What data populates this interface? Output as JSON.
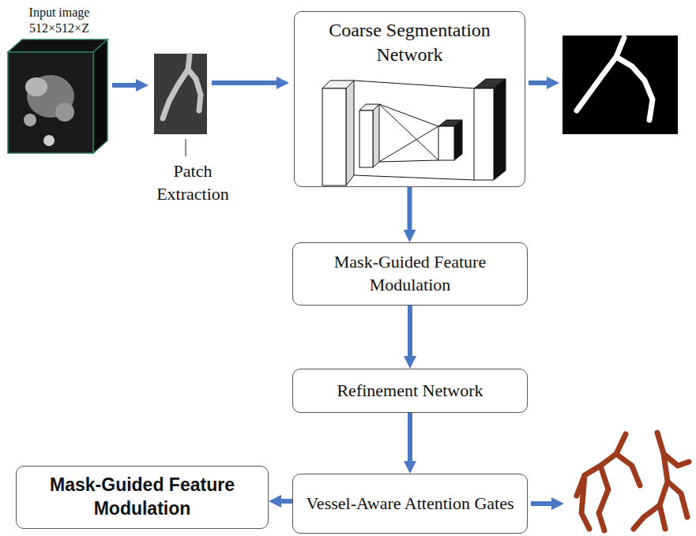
{
  "diagram": {
    "nodes": [
      {
        "text": [
          "Coarse Segmentation Network"
        ]
      },
      {
        "text": [
          "Mask-Guided Feature Modulation"
        ]
      },
      {
        "text": [
          "Refinement Network"
        ]
      },
      {
        "text": [
          "Mask-Guided Feature Modulation"
        ]
      },
      {
        "text": [
          "Vessel-Aware Attention Gates"
        ]
      }
    ],
    "edges": [
      {
        "from": 0,
        "to": 1,
        "arrow": "to"
      },
      {
        "from": 1,
        "to": 2,
        "arrow": "to"
      },
      {
        "from": 2,
        "to": 4,
        "arrow": "to"
      },
      {
        "from": 4,
        "to": 3,
        "arrow": "to"
      }
    ],
    "labels": [
      "Input image",
      "512×512×Z",
      "Patch Extraction"
    ]
  }
}
